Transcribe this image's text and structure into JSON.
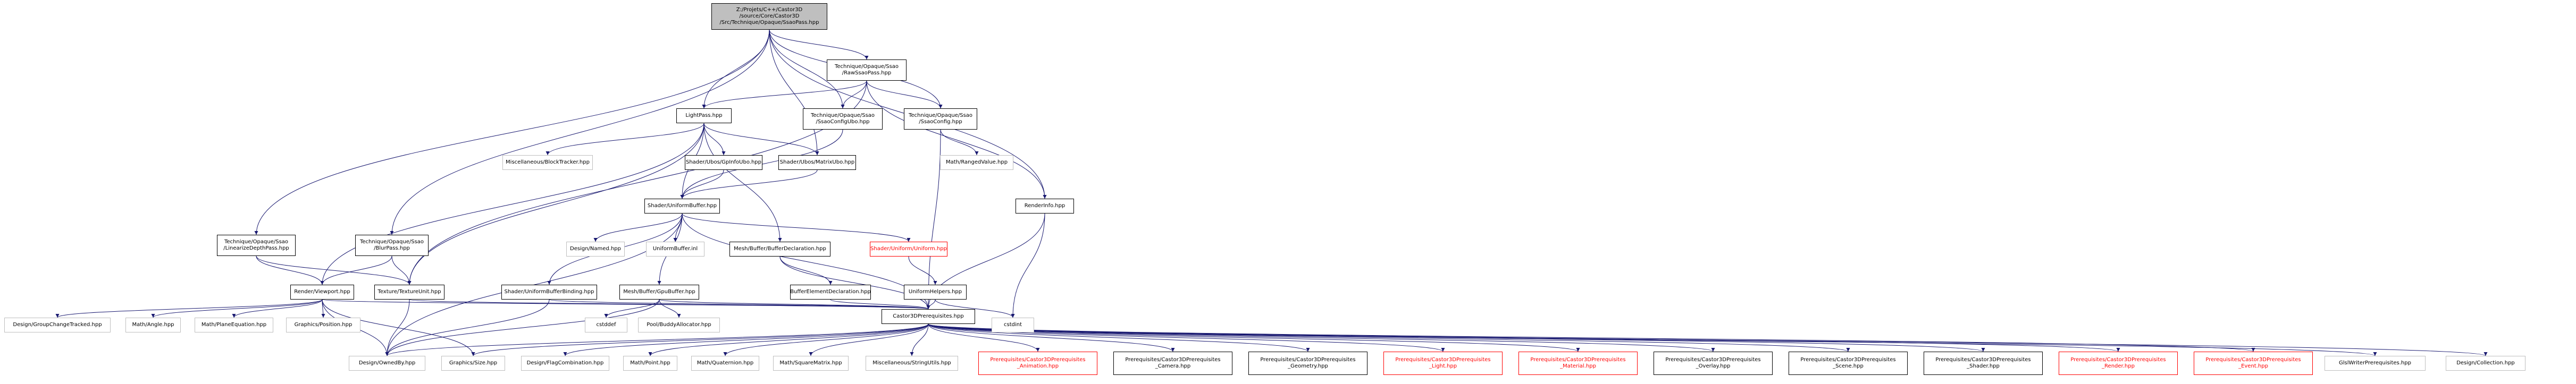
{
  "nodes": [
    {
      "id": "root",
      "lines": [
        "Z:/Projets/C++/Castor3D",
        "/source/Core/Castor3D",
        "/Src/Technique/Opaque/SsaoPass.hpp"
      ],
      "kind": "root",
      "icon": ""
    },
    {
      "id": "raw",
      "lines": [
        "Technique/Opaque/Ssao",
        "/RawSsaoPass.hpp"
      ],
      "kind": "normal"
    },
    {
      "id": "lightpass",
      "lines": [
        "LightPass.hpp"
      ],
      "kind": "normal"
    },
    {
      "id": "ssaoconfigubo",
      "lines": [
        "Technique/Opaque/Ssao",
        "/SsaoConfigUbo.hpp"
      ],
      "kind": "normal"
    },
    {
      "id": "ssaoconfig",
      "lines": [
        "Technique/Opaque/Ssao",
        "/SsaoConfig.hpp"
      ],
      "kind": "normal"
    },
    {
      "id": "misc_block",
      "lines": [
        "Miscellaneous/BlockTracker.hpp"
      ],
      "kind": "external"
    },
    {
      "id": "gpinfo",
      "lines": [
        "Shader/Ubos/GpInfoUbo.hpp"
      ],
      "kind": "normal"
    },
    {
      "id": "matrixubo",
      "lines": [
        "Shader/Ubos/MatrixUbo.hpp"
      ],
      "kind": "normal"
    },
    {
      "id": "rangedvalue",
      "lines": [
        "Math/RangedValue.hpp"
      ],
      "kind": "external"
    },
    {
      "id": "renderinfo",
      "lines": [
        "RenderInfo.hpp"
      ],
      "kind": "normal"
    },
    {
      "id": "ub",
      "lines": [
        "Shader/UniformBuffer.hpp"
      ],
      "kind": "normal"
    },
    {
      "id": "lindepth",
      "lines": [
        "Technique/Opaque/Ssao",
        "/LinearizeDepthPass.hpp"
      ],
      "kind": "normal"
    },
    {
      "id": "blur",
      "lines": [
        "Technique/Opaque/Ssao",
        "/BlurPass.hpp"
      ],
      "kind": "normal"
    },
    {
      "id": "named",
      "lines": [
        "Design/Named.hpp"
      ],
      "kind": "external"
    },
    {
      "id": "ubinl",
      "lines": [
        "UniformBuffer.inl"
      ],
      "kind": "external"
    },
    {
      "id": "bufdecl",
      "lines": [
        "Mesh/Buffer/BufferDeclaration.hpp"
      ],
      "kind": "normal"
    },
    {
      "id": "uniform",
      "lines": [
        "Shader/Uniform/Uniform.hpp"
      ],
      "kind": "truncated"
    },
    {
      "id": "viewport",
      "lines": [
        "Render/Viewport.hpp"
      ],
      "kind": "normal"
    },
    {
      "id": "texunit",
      "lines": [
        "Texture/TextureUnit.hpp"
      ],
      "kind": "normal"
    },
    {
      "id": "ubbinding",
      "lines": [
        "Shader/UniformBufferBinding.hpp"
      ],
      "kind": "normal"
    },
    {
      "id": "gpubuf",
      "lines": [
        "Mesh/Buffer/GpuBuffer.hpp"
      ],
      "kind": "normal"
    },
    {
      "id": "bufelem",
      "lines": [
        "BufferElementDeclaration.hpp"
      ],
      "kind": "normal"
    },
    {
      "id": "unihelpers",
      "lines": [
        "UniformHelpers.hpp"
      ],
      "kind": "normal"
    },
    {
      "id": "groupchange",
      "lines": [
        "Design/GroupChangeTracked.hpp"
      ],
      "kind": "external"
    },
    {
      "id": "angle",
      "lines": [
        "Math/Angle.hpp"
      ],
      "kind": "external"
    },
    {
      "id": "plane",
      "lines": [
        "Math/PlaneEquation.hpp"
      ],
      "kind": "external"
    },
    {
      "id": "position",
      "lines": [
        "Graphics/Position.hpp"
      ],
      "kind": "external"
    },
    {
      "id": "cstddef",
      "lines": [
        "cstddef"
      ],
      "kind": "external"
    },
    {
      "id": "pool",
      "lines": [
        "Pool/BuddyAllocator.hpp"
      ],
      "kind": "external"
    },
    {
      "id": "cstdint",
      "lines": [
        "cstdint"
      ],
      "kind": "external"
    },
    {
      "id": "prereq",
      "lines": [
        "Castor3DPrerequisites.hpp"
      ],
      "kind": "normal"
    },
    {
      "id": "ownedby",
      "lines": [
        "Design/OwnedBy.hpp"
      ],
      "kind": "external"
    },
    {
      "id": "size",
      "lines": [
        "Graphics/Size.hpp"
      ],
      "kind": "external"
    },
    {
      "id": "flagcomb",
      "lines": [
        "Design/FlagCombination.hpp"
      ],
      "kind": "external"
    },
    {
      "id": "point",
      "lines": [
        "Math/Point.hpp"
      ],
      "kind": "external"
    },
    {
      "id": "quat",
      "lines": [
        "Math/Quaternion.hpp"
      ],
      "kind": "external"
    },
    {
      "id": "sqmat",
      "lines": [
        "Math/SquareMatrix.hpp"
      ],
      "kind": "external"
    },
    {
      "id": "strutils",
      "lines": [
        "Miscellaneous/StringUtils.hpp"
      ],
      "kind": "external"
    },
    {
      "id": "p_anim",
      "lines": [
        "Prerequisites/Castor3DPrerequisites",
        "_Animation.hpp"
      ],
      "kind": "truncated"
    },
    {
      "id": "p_cam",
      "lines": [
        "Prerequisites/Castor3DPrerequisites",
        "_Camera.hpp"
      ],
      "kind": "normal"
    },
    {
      "id": "p_geom",
      "lines": [
        "Prerequisites/Castor3DPrerequisites",
        "_Geometry.hpp"
      ],
      "kind": "normal"
    },
    {
      "id": "p_light",
      "lines": [
        "Prerequisites/Castor3DPrerequisites",
        "_Light.hpp"
      ],
      "kind": "truncated"
    },
    {
      "id": "p_mat",
      "lines": [
        "Prerequisites/Castor3DPrerequisites",
        "_Material.hpp"
      ],
      "kind": "truncated"
    },
    {
      "id": "p_over",
      "lines": [
        "Prerequisites/Castor3DPrerequisites",
        "_Overlay.hpp"
      ],
      "kind": "normal"
    },
    {
      "id": "p_scene",
      "lines": [
        "Prerequisites/Castor3DPrerequisites",
        "_Scene.hpp"
      ],
      "kind": "normal"
    },
    {
      "id": "p_shader",
      "lines": [
        "Prerequisites/Castor3DPrerequisites",
        "_Shader.hpp"
      ],
      "kind": "normal"
    },
    {
      "id": "p_render",
      "lines": [
        "Prerequisites/Castor3DPrerequisites",
        "_Render.hpp"
      ],
      "kind": "truncated"
    },
    {
      "id": "p_event",
      "lines": [
        "Prerequisites/Castor3DPrerequisites",
        "_Event.hpp"
      ],
      "kind": "truncated"
    },
    {
      "id": "glsl",
      "lines": [
        "GlslWriterPrerequisites.hpp"
      ],
      "kind": "external"
    },
    {
      "id": "coll",
      "lines": [
        "Design/Collection.hpp"
      ],
      "kind": "external"
    }
  ],
  "edges": [
    [
      "root",
      "raw"
    ],
    [
      "root",
      "lightpass"
    ],
    [
      "root",
      "ssaoconfigubo"
    ],
    [
      "root",
      "ssaoconfig"
    ],
    [
      "root",
      "renderinfo"
    ],
    [
      "root",
      "lindepth"
    ],
    [
      "root",
      "blur"
    ],
    [
      "root",
      "matrixubo"
    ],
    [
      "raw",
      "lightpass"
    ],
    [
      "raw",
      "ssaoconfigubo"
    ],
    [
      "raw",
      "ssaoconfig"
    ],
    [
      "raw",
      "renderinfo"
    ],
    [
      "raw",
      "texunit"
    ],
    [
      "lightpass",
      "misc_block"
    ],
    [
      "lightpass",
      "gpinfo"
    ],
    [
      "lightpass",
      "matrixubo"
    ],
    [
      "lightpass",
      "ub"
    ],
    [
      "lightpass",
      "viewport"
    ],
    [
      "lightpass",
      "bufdecl"
    ],
    [
      "lightpass",
      "texunit"
    ],
    [
      "ssaoconfigubo",
      "ub"
    ],
    [
      "ssaoconfig",
      "rangedvalue"
    ],
    [
      "ssaoconfig",
      "prereq"
    ],
    [
      "gpinfo",
      "ub"
    ],
    [
      "matrixubo",
      "ub"
    ],
    [
      "renderinfo",
      "prereq"
    ],
    [
      "renderinfo",
      "cstdint"
    ],
    [
      "ub",
      "named"
    ],
    [
      "ub",
      "ubinl"
    ],
    [
      "ub",
      "uniform"
    ],
    [
      "ub",
      "ubbinding"
    ],
    [
      "ub",
      "gpubuf"
    ],
    [
      "ub",
      "ownedby"
    ],
    [
      "ub",
      "prereq"
    ],
    [
      "lindepth",
      "viewport"
    ],
    [
      "lindepth",
      "texunit"
    ],
    [
      "blur",
      "viewport"
    ],
    [
      "blur",
      "texunit"
    ],
    [
      "bufdecl",
      "bufelem"
    ],
    [
      "bufdecl",
      "prereq"
    ],
    [
      "uniform",
      "unihelpers"
    ],
    [
      "unihelpers",
      "prereq"
    ],
    [
      "unihelpers",
      "cstdint"
    ],
    [
      "viewport",
      "groupchange"
    ],
    [
      "viewport",
      "angle"
    ],
    [
      "viewport",
      "plane"
    ],
    [
      "viewport",
      "position"
    ],
    [
      "viewport",
      "size"
    ],
    [
      "viewport",
      "ownedby"
    ],
    [
      "viewport",
      "prereq"
    ],
    [
      "texunit",
      "ownedby"
    ],
    [
      "texunit",
      "prereq"
    ],
    [
      "ubbinding",
      "ownedby"
    ],
    [
      "ubbinding",
      "prereq"
    ],
    [
      "gpubuf",
      "cstddef"
    ],
    [
      "gpubuf",
      "pool"
    ],
    [
      "gpubuf",
      "ownedby"
    ],
    [
      "gpubuf",
      "prereq"
    ],
    [
      "bufelem",
      "prereq"
    ],
    [
      "prereq",
      "ownedby"
    ],
    [
      "prereq",
      "size"
    ],
    [
      "prereq",
      "flagcomb"
    ],
    [
      "prereq",
      "point"
    ],
    [
      "prereq",
      "quat"
    ],
    [
      "prereq",
      "sqmat"
    ],
    [
      "prereq",
      "strutils"
    ],
    [
      "prereq",
      "p_anim"
    ],
    [
      "prereq",
      "p_cam"
    ],
    [
      "prereq",
      "p_geom"
    ],
    [
      "prereq",
      "p_light"
    ],
    [
      "prereq",
      "p_mat"
    ],
    [
      "prereq",
      "p_over"
    ],
    [
      "prereq",
      "p_scene"
    ],
    [
      "prereq",
      "p_shader"
    ],
    [
      "prereq",
      "p_render"
    ],
    [
      "prereq",
      "p_event"
    ],
    [
      "prereq",
      "glsl"
    ],
    [
      "prereq",
      "coll"
    ]
  ],
  "colors": {
    "edge": "#191970",
    "root_fill": "#bfbfbf",
    "external_border": "#bfbfbf",
    "truncated": "#ff0000"
  }
}
